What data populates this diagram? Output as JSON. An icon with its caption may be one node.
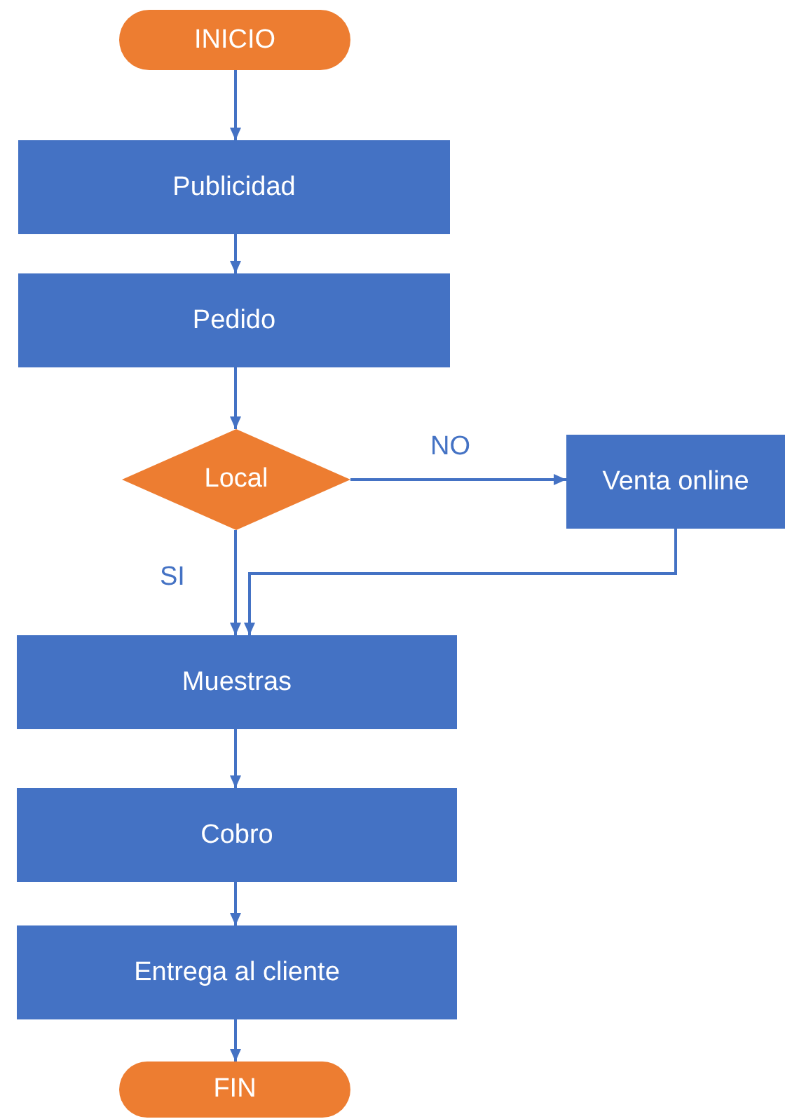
{
  "diagram": {
    "nodes": [
      {
        "text": [
          "INICIO"
        ]
      },
      {
        "text": [
          "Publicidad"
        ]
      },
      {
        "text": [
          "Pedido"
        ]
      },
      {
        "text": [
          "Local"
        ]
      },
      {
        "text": [
          "Venta online"
        ]
      },
      {
        "text": [
          "Muestras"
        ]
      },
      {
        "text": [
          "Cobro"
        ]
      },
      {
        "text": [
          "Entrega al cliente"
        ]
      },
      {
        "text": [
          "FIN"
        ]
      }
    ],
    "edges": [
      {
        "from": 0,
        "to": 1,
        "arrow": "to"
      },
      {
        "from": 1,
        "to": 2,
        "arrow": "to"
      },
      {
        "from": 2,
        "to": 3,
        "arrow": "to"
      },
      {
        "from": 3,
        "to": 4,
        "arrow": "to",
        "label": "NO"
      },
      {
        "from": 3,
        "to": 5,
        "arrow": "to",
        "label": "SI"
      },
      {
        "from": 4,
        "to": 5,
        "arrow": "to"
      },
      {
        "from": 5,
        "to": 6,
        "arrow": "to"
      },
      {
        "from": 6,
        "to": 7,
        "arrow": "to"
      },
      {
        "from": 7,
        "to": 8,
        "arrow": "to"
      }
    ]
  }
}
